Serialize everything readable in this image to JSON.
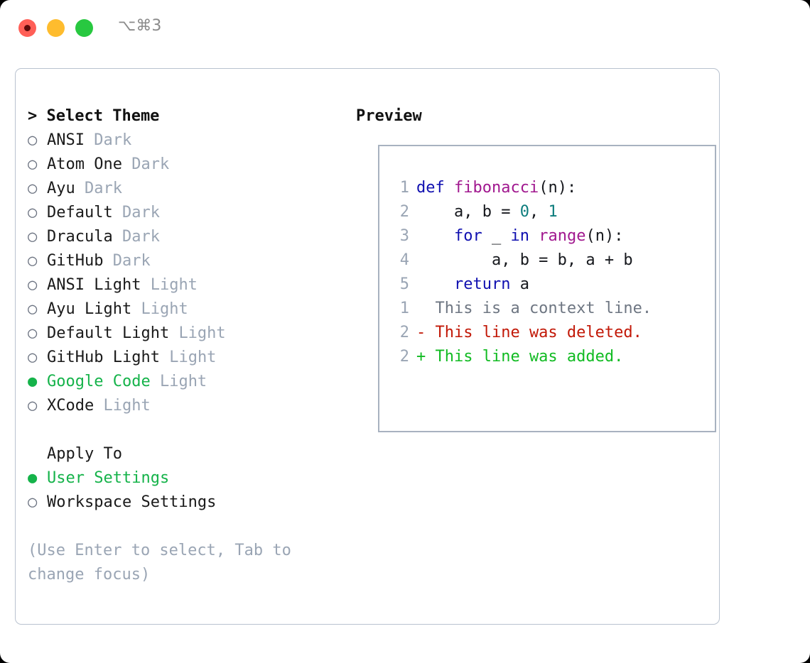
{
  "window": {
    "shortcut": "⌥⌘3",
    "traffic_lights": [
      {
        "name": "close",
        "color": "#ff5f57"
      },
      {
        "name": "minimize",
        "color": "#febc2e"
      },
      {
        "name": "maximize",
        "color": "#28c840"
      }
    ]
  },
  "theme_panel": {
    "heading": "> Select Theme",
    "marker_unselected": "○",
    "marker_selected": "●",
    "items": [
      {
        "label": "ANSI",
        "category": "Dark",
        "selected": false
      },
      {
        "label": "Atom One",
        "category": "Dark",
        "selected": false
      },
      {
        "label": "Ayu",
        "category": "Dark",
        "selected": false
      },
      {
        "label": "Default",
        "category": "Dark",
        "selected": false
      },
      {
        "label": "Dracula",
        "category": "Dark",
        "selected": false
      },
      {
        "label": "GitHub",
        "category": "Dark",
        "selected": false
      },
      {
        "label": "ANSI Light",
        "category": "Light",
        "selected": false
      },
      {
        "label": "Ayu Light",
        "category": "Light",
        "selected": false
      },
      {
        "label": "Default Light",
        "category": "Light",
        "selected": false
      },
      {
        "label": "GitHub Light",
        "category": "Light",
        "selected": false
      },
      {
        "label": "Google Code",
        "category": "Light",
        "selected": true
      },
      {
        "label": "XCode",
        "category": "Light",
        "selected": false
      }
    ]
  },
  "apply_to": {
    "heading": "Apply To",
    "items": [
      {
        "label": "User Settings",
        "selected": true
      },
      {
        "label": "Workspace Settings",
        "selected": false
      }
    ]
  },
  "hint": "(Use Enter to select, Tab to change focus)",
  "preview": {
    "heading": "Preview",
    "code_lines": [
      {
        "no": "1",
        "tokens": [
          {
            "t": "def",
            "c": "kw"
          },
          {
            "t": " ",
            "c": "txt"
          },
          {
            "t": "fibonacci",
            "c": "fn"
          },
          {
            "t": "(n):",
            "c": "txt"
          }
        ]
      },
      {
        "no": "2",
        "tokens": [
          {
            "t": "    a, b = ",
            "c": "txt"
          },
          {
            "t": "0",
            "c": "num"
          },
          {
            "t": ", ",
            "c": "txt"
          },
          {
            "t": "1",
            "c": "num"
          }
        ]
      },
      {
        "no": "3",
        "tokens": [
          {
            "t": "    ",
            "c": "txt"
          },
          {
            "t": "for",
            "c": "kw"
          },
          {
            "t": " _ ",
            "c": "txt"
          },
          {
            "t": "in",
            "c": "kw"
          },
          {
            "t": " ",
            "c": "txt"
          },
          {
            "t": "range",
            "c": "fn"
          },
          {
            "t": "(n):",
            "c": "txt"
          }
        ]
      },
      {
        "no": "4",
        "tokens": [
          {
            "t": "        a, b = b, a + b",
            "c": "txt"
          }
        ]
      },
      {
        "no": "5",
        "tokens": [
          {
            "t": "    ",
            "c": "txt"
          },
          {
            "t": "return",
            "c": "kw"
          },
          {
            "t": " a",
            "c": "txt"
          }
        ]
      }
    ],
    "diff_lines": [
      {
        "no": "1",
        "sign": "  ",
        "text": "This is a context line.",
        "kind": "context"
      },
      {
        "no": "2",
        "sign": "- ",
        "text": "This line was deleted.",
        "kind": "del"
      },
      {
        "no": "2",
        "sign": "+ ",
        "text": "This line was added.",
        "kind": "add"
      }
    ]
  },
  "colors": {
    "keyword": "#1010b0",
    "function": "#a1188f",
    "number": "#0d7d7d",
    "lineno": "#9aa5b4",
    "diff_add": "#11bb22",
    "diff_del": "#c21807",
    "selected": "#15b34a",
    "muted": "#9aa5b4",
    "border": "#a8b2c0"
  }
}
